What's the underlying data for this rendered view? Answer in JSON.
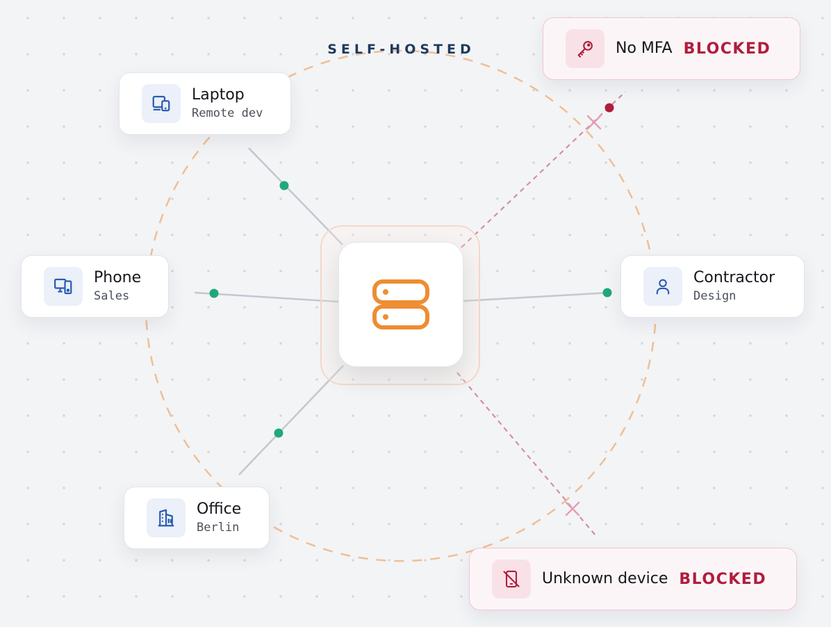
{
  "perimeter": {
    "label": "SELF-HOSTED"
  },
  "hub": {
    "icon": "server-icon",
    "accent_color": "#ee8d33"
  },
  "clients": [
    {
      "id": "laptop",
      "title": "Laptop",
      "subtitle": "Remote dev",
      "icon": "devices-icon",
      "status": "connected"
    },
    {
      "id": "phone",
      "title": "Phone",
      "subtitle": "Sales",
      "icon": "desktop-phone-icon",
      "status": "connected"
    },
    {
      "id": "office",
      "title": "Office",
      "subtitle": "Berlin",
      "icon": "building-icon",
      "status": "connected"
    },
    {
      "id": "contractor",
      "title": "Contractor",
      "subtitle": "Design",
      "icon": "user-icon",
      "status": "connected"
    }
  ],
  "blocked": [
    {
      "id": "no-mfa",
      "title": "No MFA",
      "badge": "BLOCKED",
      "icon": "key-icon"
    },
    {
      "id": "unknown-device",
      "title": "Unknown device",
      "badge": "BLOCKED",
      "icon": "device-off-icon"
    }
  ],
  "colors": {
    "connected_dot": "#1fa87a",
    "blocked_accent": "#b01d3e",
    "link_line": "#c3c7d1",
    "perimeter_ring": "#efbf94",
    "client_icon": "#2a5db0"
  }
}
